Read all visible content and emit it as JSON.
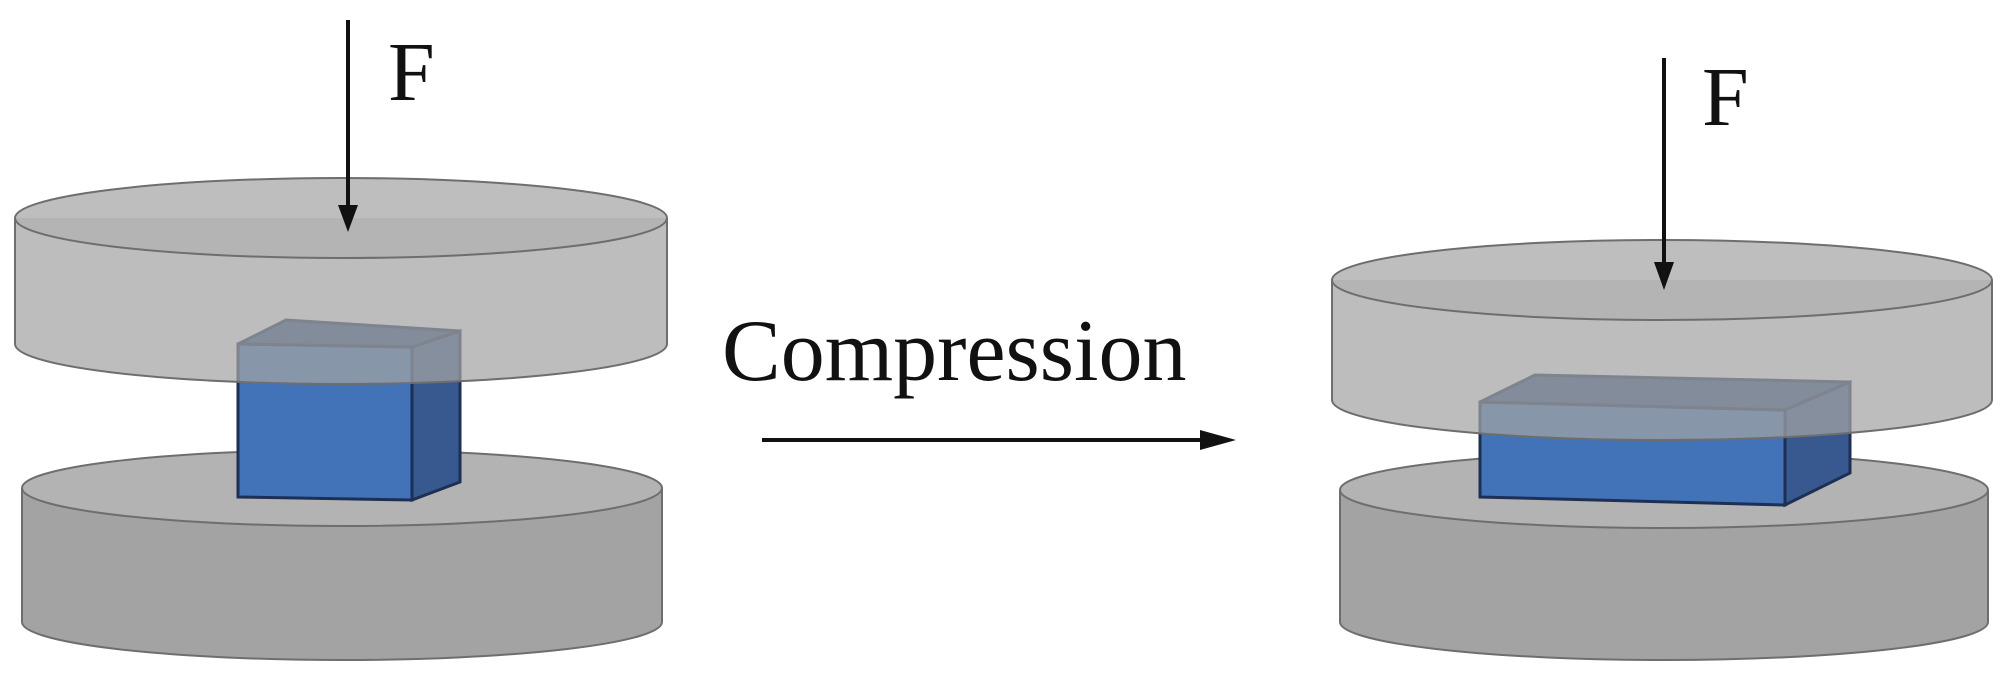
{
  "left_panel": {
    "force_label": "F"
  },
  "transition": {
    "label": "Compression"
  },
  "right_panel": {
    "force_label": "F"
  },
  "colors": {
    "background": "#ffffff",
    "plate_fill": "#a3a3a3",
    "plate_top": "#b3b3b3",
    "plate_stroke": "#6e6e6e",
    "specimen_front": "#4272b8",
    "specimen_top": "#2e4f86",
    "specimen_side": "#37598f",
    "specimen_stroke": "#1d2f55",
    "arrow": "#111111"
  },
  "icons": [
    "force-arrow-icon",
    "process-arrow-icon"
  ]
}
